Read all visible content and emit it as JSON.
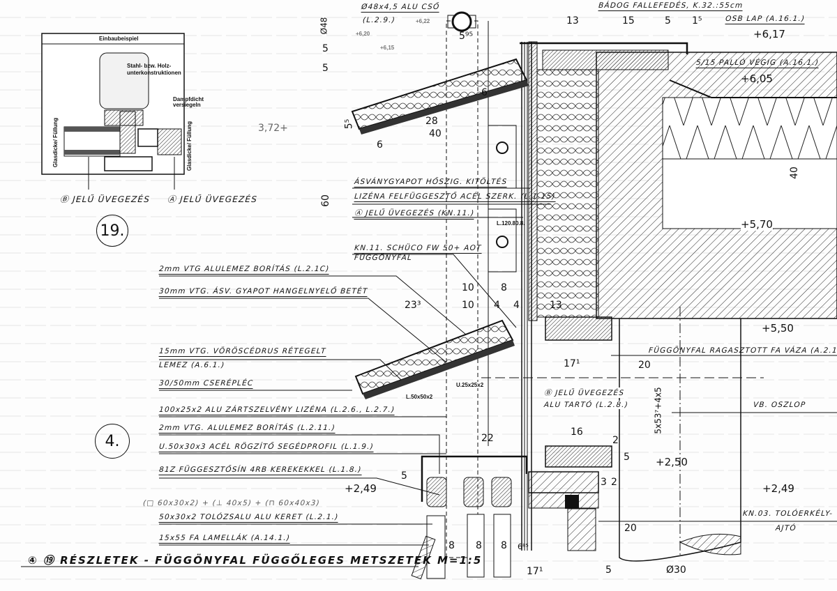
{
  "inset": {
    "header": "Einbaubeispiel",
    "label_substructure": "Stahl- bzw. Holz-",
    "label_substructure_2": "unterkonstruktionen",
    "label_seal": "Dampfdicht",
    "label_seal_2": "versiegeln",
    "label_thickness": "Glasdicke/ Füllung",
    "label_thickness_right": "Glasdicke/ Füllung",
    "glazing_b": "Ⓑ JELŰ ÜVEGEZÉS",
    "glazing_a": "Ⓐ JELŰ ÜVEGEZÉS"
  },
  "detail_marks": {
    "d19": "19.",
    "d4": "4.",
    "note": "3,72+"
  },
  "labels_left": [
    "2mm VTG ALULEMEZ BORÍTÁS (L.2.1C)",
    "30mm VTG. ÁSV. GYAPOT HANGELNYELŐ BETÉT",
    "15mm VTG. VÖRÖSCÉDRUS RÉTEGELT",
    "LEMEZ (A.6.1.)",
    "30/50mm CSERÉPLÉC",
    "100x25x2 ALU ZÁRTSZELVÉNY LIZÉNA (L.2.6., L.2.7.)",
    "2mm VTG. ALULEMEZ BORÍTÁS (L.2.11.)",
    "U.50x30x3 ACÉL RÖGZÍTŐ SEGÉDPROFIL (L.1.9.)",
    "81Z FÜGGESZTŐSÍN 4RB KEREKEKKEL (L.1.8.)",
    "(□ 60x30x2) + (⊥ 40x5) + (⊓ 60x40x3)",
    "50x30x2 TOLÓZSALU ALU KERET (L.2.1.)",
    "15x55 FA LAMELLÁK (A.14.1.)"
  ],
  "labels_mid": [
    "ÁSVÁNYGYAPOT HŐSZIG. KITÖLTÉS",
    "LIZÉNA FELFÜGGESZTŐ ACÉL SZERK. (L.1.15)",
    "Ⓐ JELŰ ÜVEGEZÉS (KN.11.)",
    "KN.11. SCHÜCO FW 50+ AOT",
    "FÜGGÖNYFAL"
  ],
  "labels_top": [
    "Ø48x4,5 ALU CSŐ",
    "(L.2.9.)",
    "BÁDOG FALLEFEDÉS, K.32.:55cm",
    "OSB LAP (A.16.1.)",
    "5/15 PALLÓ VÉGIG (A.16.1.)"
  ],
  "labels_right": [
    "FÜGGÖNYFAL RAGASZTOTT FA VÁZA (A.2.1.)",
    "Ⓑ JELŰ ÜVEGEZÉS",
    "ALU TARTÓ (L.2.8.)",
    "VB. OSZLOP",
    "KN.03. TOLÓERKÉLY-",
    "AJTÓ"
  ],
  "small_labels": [
    "L.120.80.8.",
    "U.25x25x2",
    "L.50x50x2"
  ],
  "levels": [
    "+6,17",
    "+6,05",
    "+5,70",
    "+5,50",
    "+2,50",
    "+2,49",
    "+2,49",
    "+6,20",
    "+6,15",
    "+6,22"
  ],
  "dims": [
    "5⁹⁵",
    "13",
    "15",
    "5",
    "1⁵",
    "6",
    "28",
    "40",
    "6",
    "5⁵",
    "60",
    "10",
    "10",
    "8",
    "4",
    "4",
    "23³",
    "17¹",
    "20",
    "16",
    "2",
    "22",
    "5x53⁷+4x5",
    "13",
    "5",
    "3",
    "2",
    "20",
    "Ø30",
    "5",
    "8",
    "8",
    "8",
    "40",
    "Ø48",
    "5",
    "5",
    "5",
    "17¹",
    "6⁸⁵"
  ],
  "title": "④ ⑲ RÉSZLETEK - FÜGGÖNYFAL FÜGGŐLEGES METSZETEK M=1:5"
}
